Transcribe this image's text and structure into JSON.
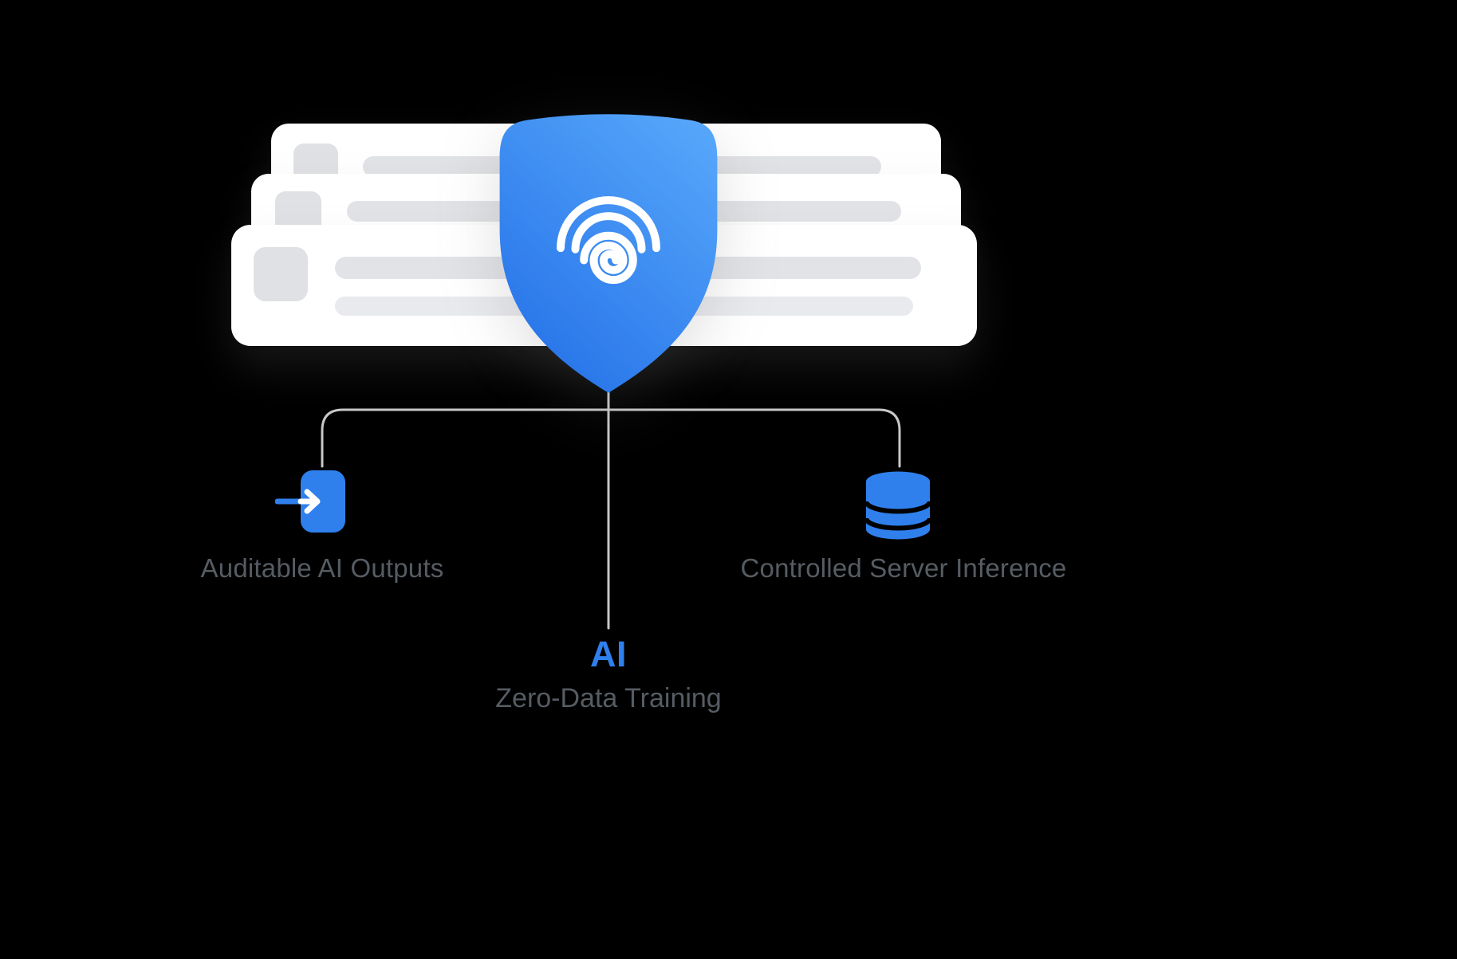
{
  "diagram": {
    "description": "AI privacy shield over stacked documents with three feature nodes",
    "cards": {
      "count": 3,
      "style": "stacked-document-placeholders"
    },
    "shield": {
      "icon": "fingerprint-shield-icon"
    },
    "nodes": {
      "left": {
        "icon": "login-arrow-icon",
        "label": "Auditable AI Outputs"
      },
      "right": {
        "icon": "database-icon",
        "label": "Controlled Server Inference"
      },
      "center": {
        "title": "AI",
        "subtitle": "Zero-Data Training"
      }
    }
  },
  "colors": {
    "background": "#000000",
    "accent_blue": "#2f80ed",
    "shield_gradient_top": "#55a6fa",
    "shield_gradient_bottom": "#2470e8",
    "card_background": "#ffffff",
    "placeholder_gray": "#e2e3e6",
    "connector_gray": "#c8c8c8",
    "label_gray": "#565c63"
  }
}
